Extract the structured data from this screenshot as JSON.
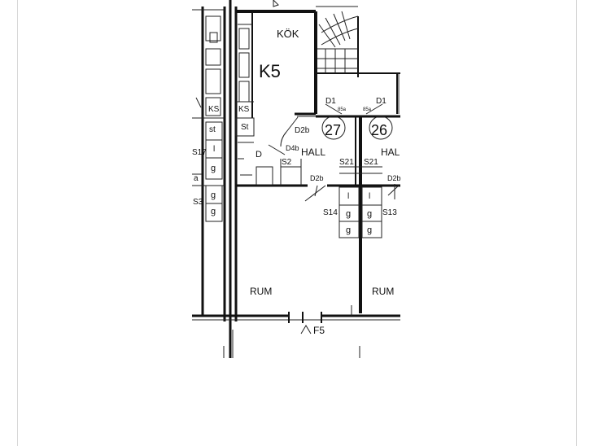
{
  "plan": {
    "labels": {
      "kitchen": "KÖK",
      "unit_k5": "K5",
      "unit_27": "27",
      "unit_26": "26",
      "hall_1": "HALL",
      "hall_2": "HAL",
      "room_1": "RUM",
      "room_2": "RUM",
      "door_d1_a": "D1",
      "door_d1_b": "D1",
      "door_d2b_a": "D2b",
      "door_d2b_b": "D2b",
      "door_d2b_c": "D2b",
      "door_d4b": "D4b",
      "door_d": "D",
      "window_f5": "F5",
      "s2": "S2",
      "s21_a": "S21",
      "s21_b": "S21",
      "s14": "S14",
      "s13": "S13",
      "s17": "S17",
      "s3": "S3",
      "st_1": "St",
      "st_2": "st",
      "ks_1": "KS",
      "ks_2": "KS",
      "g_1": "g",
      "g_2": "g",
      "g_3": "g",
      "g_4": "g",
      "g_5": "g",
      "g_6": "g",
      "g_7": "g",
      "l_1": "l",
      "l_2": "l",
      "l_3": "l",
      "a_1": "a",
      "small_85a": "85a",
      "small_85b": "85a"
    }
  }
}
